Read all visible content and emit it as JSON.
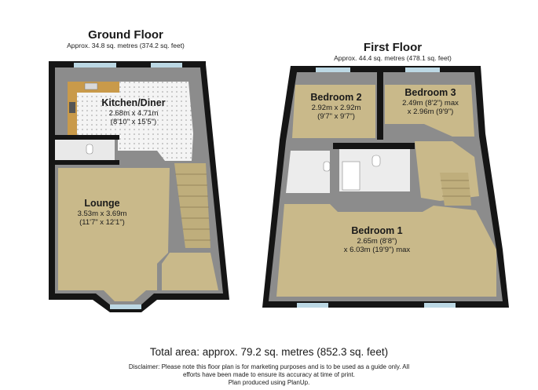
{
  "ground_floor": {
    "title": "Ground Floor",
    "area": "Approx. 34.8 sq. metres (374.2 sq. feet)",
    "rooms": [
      {
        "name": "Kitchen/Diner",
        "dim1": "2.68m x 4.71m",
        "dim2": "(8'10\" x 15'5\")"
      },
      {
        "name": "Lounge",
        "dim1": "3.53m x 3.69m",
        "dim2": "(11'7\" x 12'1\")"
      }
    ]
  },
  "first_floor": {
    "title": "First Floor",
    "area": "Approx. 44.4 sq. metres (478.1 sq. feet)",
    "rooms": [
      {
        "name": "Bedroom 2",
        "dim1": "2.92m x 2.92m",
        "dim2": "(9'7\" x 9'7\")"
      },
      {
        "name": "Bedroom 3",
        "dim1": "2.49m (8'2\") max",
        "dim2": "x 2.96m (9'9\")"
      },
      {
        "name": "Bedroom 1",
        "dim1": "2.65m (8'8\")",
        "dim2": "x 6.03m (19'9\") max"
      }
    ]
  },
  "footer": {
    "total": "Total area: approx. 79.2 sq. metres (852.3 sq. feet)",
    "disclaimer_1": "Disclaimer: Please note this floor plan is for marketing purposes and is to be used as a guide only. All",
    "disclaimer_2": "efforts have been made to ensure its accuracy at time of print.",
    "disclaimer_3": "Plan produced using PlanUp."
  },
  "colors": {
    "wall": "#141414",
    "carpet": "#c9b98a",
    "floor_tile": "#f2f2f2",
    "wall_shade": "#8a8a8a",
    "window": "#bcd8e4"
  }
}
